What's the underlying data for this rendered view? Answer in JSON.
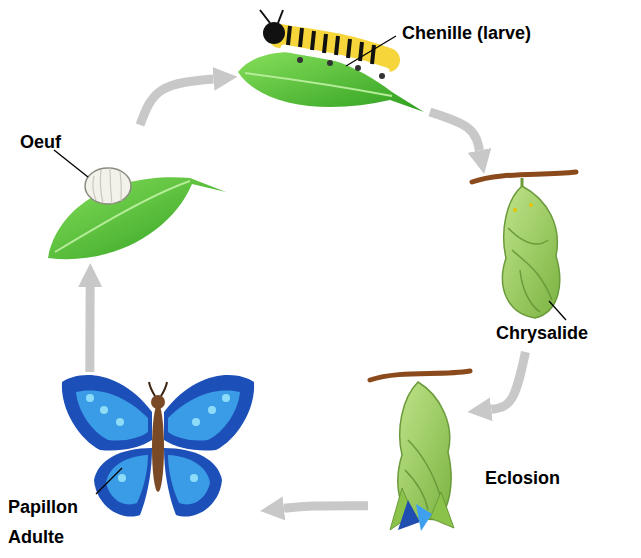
{
  "diagram": {
    "nodes": [
      {
        "text": [
          "Oeuf"
        ]
      },
      {
        "text": [
          "Chenille (larve)"
        ]
      },
      {
        "text": [
          "Chrysalide"
        ]
      },
      {
        "text": [
          "Eclosion"
        ]
      },
      {
        "text": [
          "Papillon Adulte"
        ]
      }
    ],
    "edges": [
      {
        "from": 0,
        "to": 1,
        "arrow": "to"
      },
      {
        "from": 1,
        "to": 2,
        "arrow": "to"
      },
      {
        "from": 2,
        "to": 3,
        "arrow": "to"
      },
      {
        "from": 3,
        "to": 4,
        "arrow": "to"
      },
      {
        "from": 4,
        "to": 0,
        "arrow": "to"
      }
    ]
  }
}
